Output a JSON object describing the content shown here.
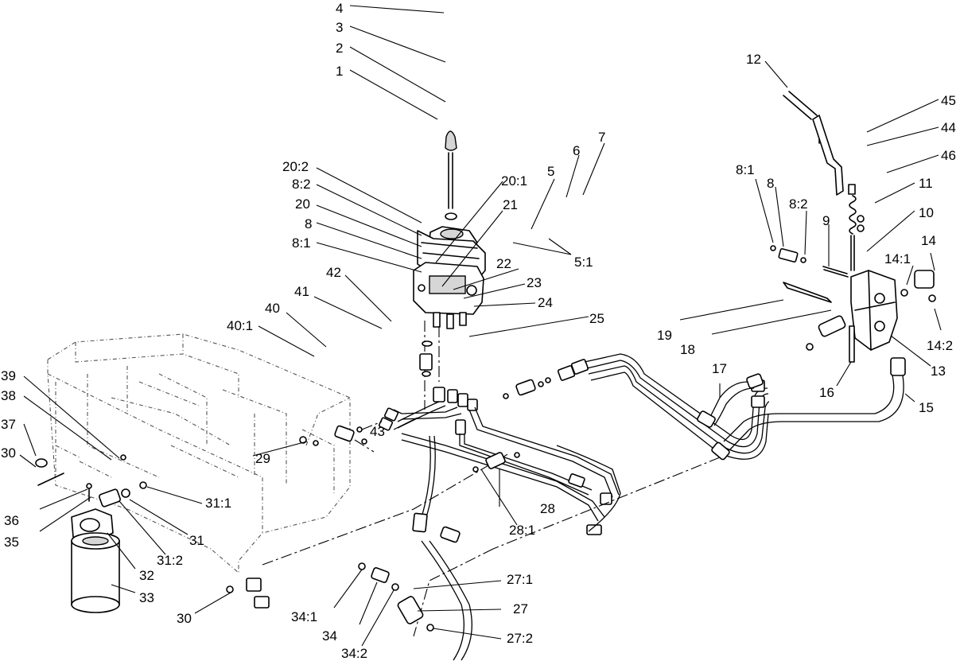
{
  "callouts": [
    {
      "id": "c4",
      "text": "4"
    },
    {
      "id": "c3",
      "text": "3"
    },
    {
      "id": "c2",
      "text": "2"
    },
    {
      "id": "c1",
      "text": "1"
    },
    {
      "id": "c12",
      "text": "12"
    },
    {
      "id": "c45",
      "text": "45"
    },
    {
      "id": "c44",
      "text": "44"
    },
    {
      "id": "c46",
      "text": "46"
    },
    {
      "id": "c11",
      "text": "11"
    },
    {
      "id": "c10",
      "text": "10"
    },
    {
      "id": "c14",
      "text": "14"
    },
    {
      "id": "c14_1",
      "text": "14:1"
    },
    {
      "id": "c14_2",
      "text": "14:2"
    },
    {
      "id": "c13",
      "text": "13"
    },
    {
      "id": "c15",
      "text": "15"
    },
    {
      "id": "c16",
      "text": "16"
    },
    {
      "id": "c17",
      "text": "17"
    },
    {
      "id": "c18",
      "text": "18"
    },
    {
      "id": "c19",
      "text": "19"
    },
    {
      "id": "c8_1r",
      "text": "8:1"
    },
    {
      "id": "c8r",
      "text": "8"
    },
    {
      "id": "c8_2r",
      "text": "8:2"
    },
    {
      "id": "c9",
      "text": "9"
    },
    {
      "id": "c7",
      "text": "7"
    },
    {
      "id": "c6",
      "text": "6"
    },
    {
      "id": "c5",
      "text": "5"
    },
    {
      "id": "c5_1",
      "text": "5:1"
    },
    {
      "id": "c20_2",
      "text": "20:2"
    },
    {
      "id": "c8_2l",
      "text": "8:2"
    },
    {
      "id": "c20",
      "text": "20"
    },
    {
      "id": "c8l",
      "text": "8"
    },
    {
      "id": "c8_1l",
      "text": "8:1"
    },
    {
      "id": "c20_1",
      "text": "20:1"
    },
    {
      "id": "c21",
      "text": "21"
    },
    {
      "id": "c22",
      "text": "22"
    },
    {
      "id": "c23",
      "text": "23"
    },
    {
      "id": "c24",
      "text": "24"
    },
    {
      "id": "c25",
      "text": "25"
    },
    {
      "id": "c42",
      "text": "42"
    },
    {
      "id": "c41",
      "text": "41"
    },
    {
      "id": "c40",
      "text": "40"
    },
    {
      "id": "c40_1",
      "text": "40:1"
    },
    {
      "id": "c39",
      "text": "39"
    },
    {
      "id": "c38",
      "text": "38"
    },
    {
      "id": "c37",
      "text": "37"
    },
    {
      "id": "c30a",
      "text": "30"
    },
    {
      "id": "c36",
      "text": "36"
    },
    {
      "id": "c35",
      "text": "35"
    },
    {
      "id": "c29",
      "text": "29"
    },
    {
      "id": "c31_1",
      "text": "31:1"
    },
    {
      "id": "c31",
      "text": "31"
    },
    {
      "id": "c31_2",
      "text": "31:2"
    },
    {
      "id": "c32",
      "text": "32"
    },
    {
      "id": "c33",
      "text": "33"
    },
    {
      "id": "c30b",
      "text": "30"
    },
    {
      "id": "c43",
      "text": "43"
    },
    {
      "id": "c28",
      "text": "28"
    },
    {
      "id": "c28_1",
      "text": "28:1"
    },
    {
      "id": "c34_1",
      "text": "34:1"
    },
    {
      "id": "c34",
      "text": "34"
    },
    {
      "id": "c34_2",
      "text": "34:2"
    },
    {
      "id": "c27_1",
      "text": "27:1"
    },
    {
      "id": "c27",
      "text": "27"
    },
    {
      "id": "c27_2",
      "text": "27:2"
    }
  ]
}
